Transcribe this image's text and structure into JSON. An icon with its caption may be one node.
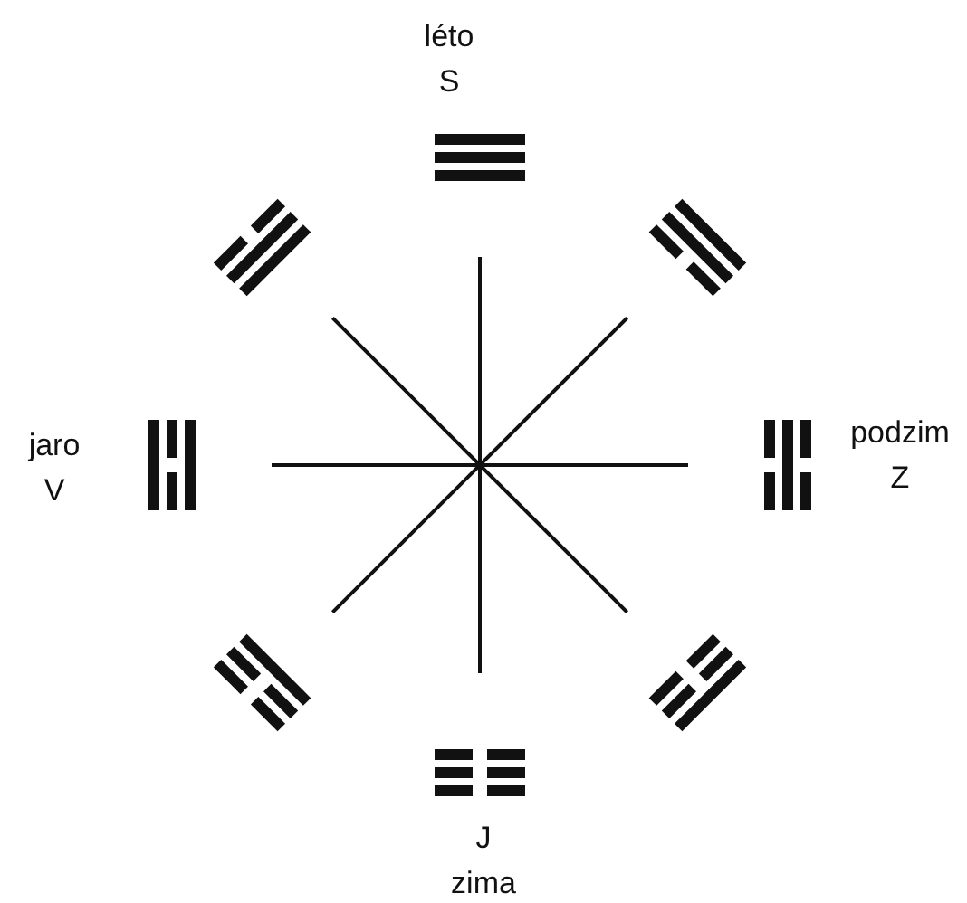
{
  "diagram": {
    "labels": [
      "léto",
      "S",
      "jaro",
      "V",
      "podzim",
      "Z",
      "J",
      "zima"
    ]
  }
}
